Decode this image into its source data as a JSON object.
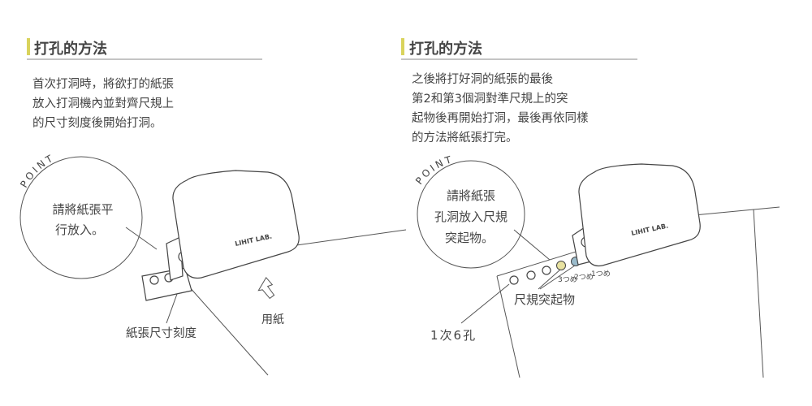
{
  "accent_color": "#d9d35c",
  "left": {
    "title": "打孔的方法",
    "lines": [
      "首次打洞時，將欲打的紙張",
      "放入打洞機內並對齊尺規上",
      "的尺寸刻度後開始打洞。"
    ],
    "point_label": "POINT",
    "point_lines": [
      "請將紙張平",
      "行放入。"
    ],
    "brand": "LIHIT LAB.",
    "label_scale": "紙張尺寸刻度",
    "label_paper": "用紙"
  },
  "right": {
    "title": "打孔的方法",
    "lines": [
      "之後將打好洞的紙張的最後",
      "第2和第3個洞對準尺規上的突",
      "起物後再開始打洞，最後再依同樣",
      "的方法將紙張打完。"
    ],
    "point_label": "POINT",
    "point_lines": [
      "請將紙張",
      "孔洞放入尺規",
      "突起物。"
    ],
    "brand": "LIHIT LAB.",
    "marks": [
      "3つめ",
      "2つめ",
      "1つめ"
    ],
    "mark_colors": [
      "#d8d070",
      "#6f9fb8",
      "#444444"
    ],
    "label_protrusion": "尺規突起物",
    "label_holes": "1次6孔"
  }
}
